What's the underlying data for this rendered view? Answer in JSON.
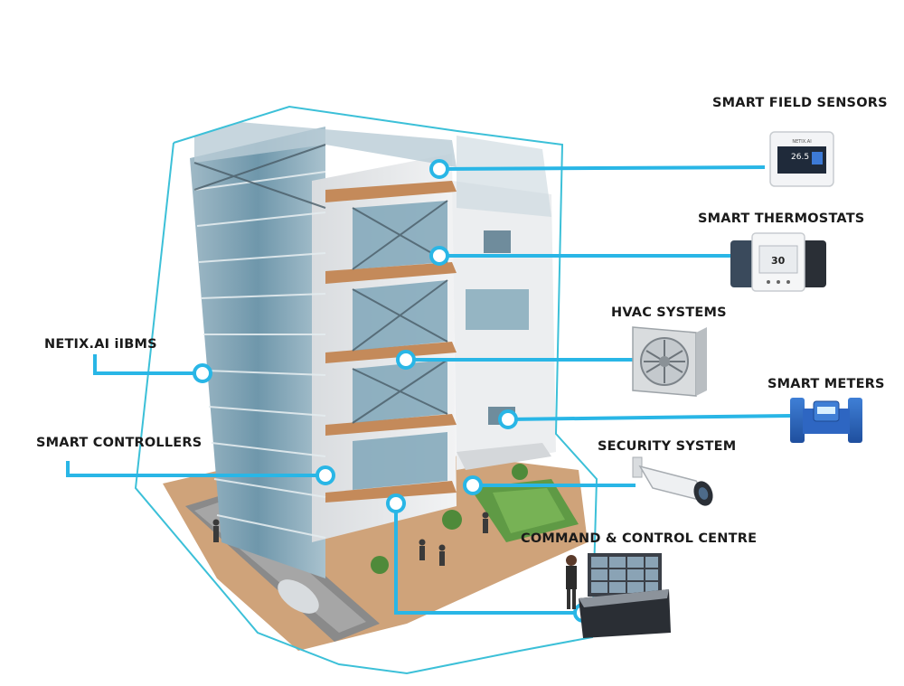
{
  "diagram": {
    "labels": {
      "field_sensors": "SMART FIELD SENSORS",
      "thermostats": "SMART THERMOSTATS",
      "hvac": "HVAC SYSTEMS",
      "meters": "SMART METERS",
      "security": "SECURITY SYSTEM",
      "command_centre": "COMMAND & CONTROL CENTRE",
      "ibms": "NETIX.AI iIBMS",
      "controllers": "SMART CONTROLLERS"
    },
    "device_text": {
      "sensor_brand": "NETIX.AI",
      "sensor_reading": "26.5",
      "thermostat_reading": "30"
    },
    "colors": {
      "connector": "#29b6e6",
      "outline": "#3cc0d8",
      "glass": "#7fa6b8",
      "concrete": "#e6e8ea",
      "floor_slab": "#c48a5a",
      "label_text": "#1a1a1a"
    }
  }
}
